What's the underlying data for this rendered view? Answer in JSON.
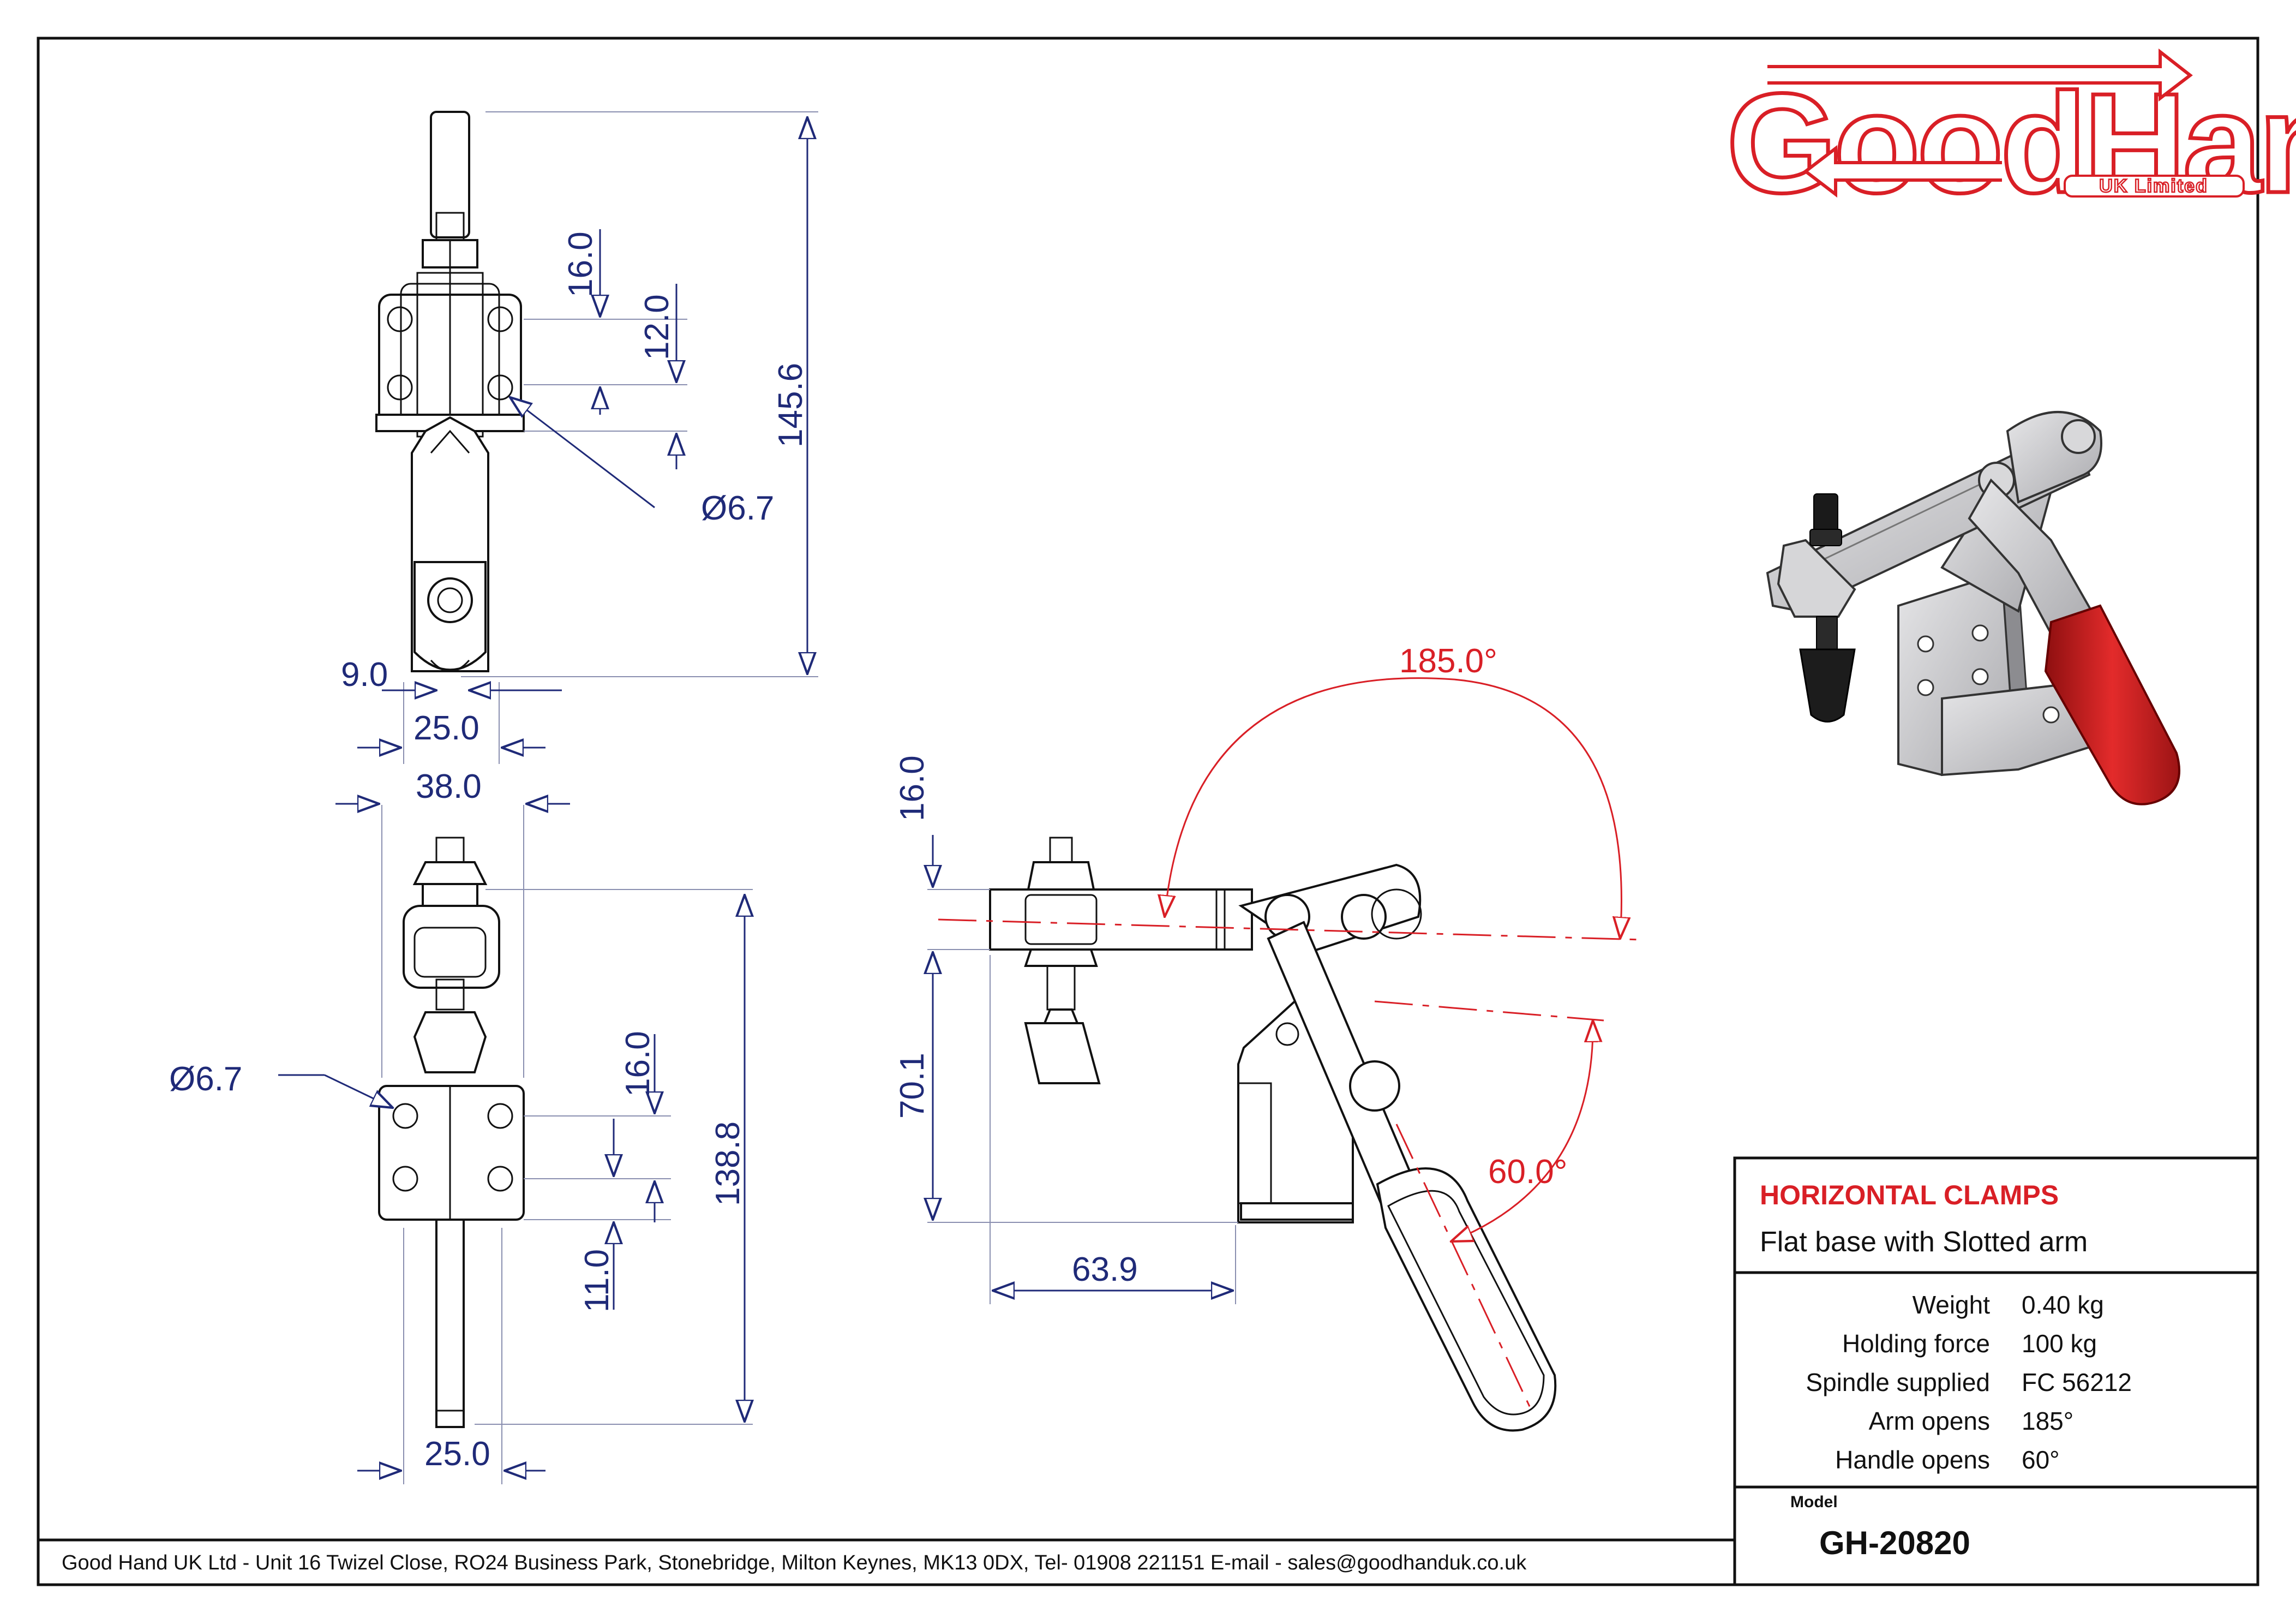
{
  "brand": {
    "logo_text": "GoodHand",
    "logo_subtext": "UK Limited",
    "color_red": "#d91f26",
    "color_dim": "#1f2a78"
  },
  "dimensions": {
    "top_view": {
      "d16": "16.0",
      "d12": "12.0",
      "d145": "145.6",
      "hole": "Ø6.7",
      "d9": "9.0",
      "d25": "25.0"
    },
    "front_view": {
      "d38": "38.0",
      "hole": "Ø6.7",
      "d16": "16.0",
      "d138": "138.8",
      "d11": "11.0",
      "d25": "25.0"
    },
    "side_view": {
      "d16": "16.0",
      "d70": "70.1",
      "d63": "63.9",
      "arm_angle": "185.0°",
      "handle_angle": "60.0°"
    }
  },
  "title_block": {
    "category": "HORIZONTAL CLAMPS",
    "description": "Flat base with Slotted arm",
    "specs": [
      {
        "label": "Weight",
        "value": "0.40 kg"
      },
      {
        "label": "Holding force",
        "value": "100 kg"
      },
      {
        "label": "Spindle supplied",
        "value": "FC 56212"
      },
      {
        "label": "Arm opens",
        "value": "185°"
      },
      {
        "label": "Handle opens",
        "value": "60°"
      }
    ],
    "model_label": "Model",
    "model_value": "GH-20820"
  },
  "footer": {
    "address": "Good Hand UK Ltd  - Unit 16 Twizel Close, RO24 Business Park, Stonebridge, Milton Keynes, MK13 0DX,  Tel- 01908 221151  E-mail - sales@goodhanduk.co.uk"
  }
}
